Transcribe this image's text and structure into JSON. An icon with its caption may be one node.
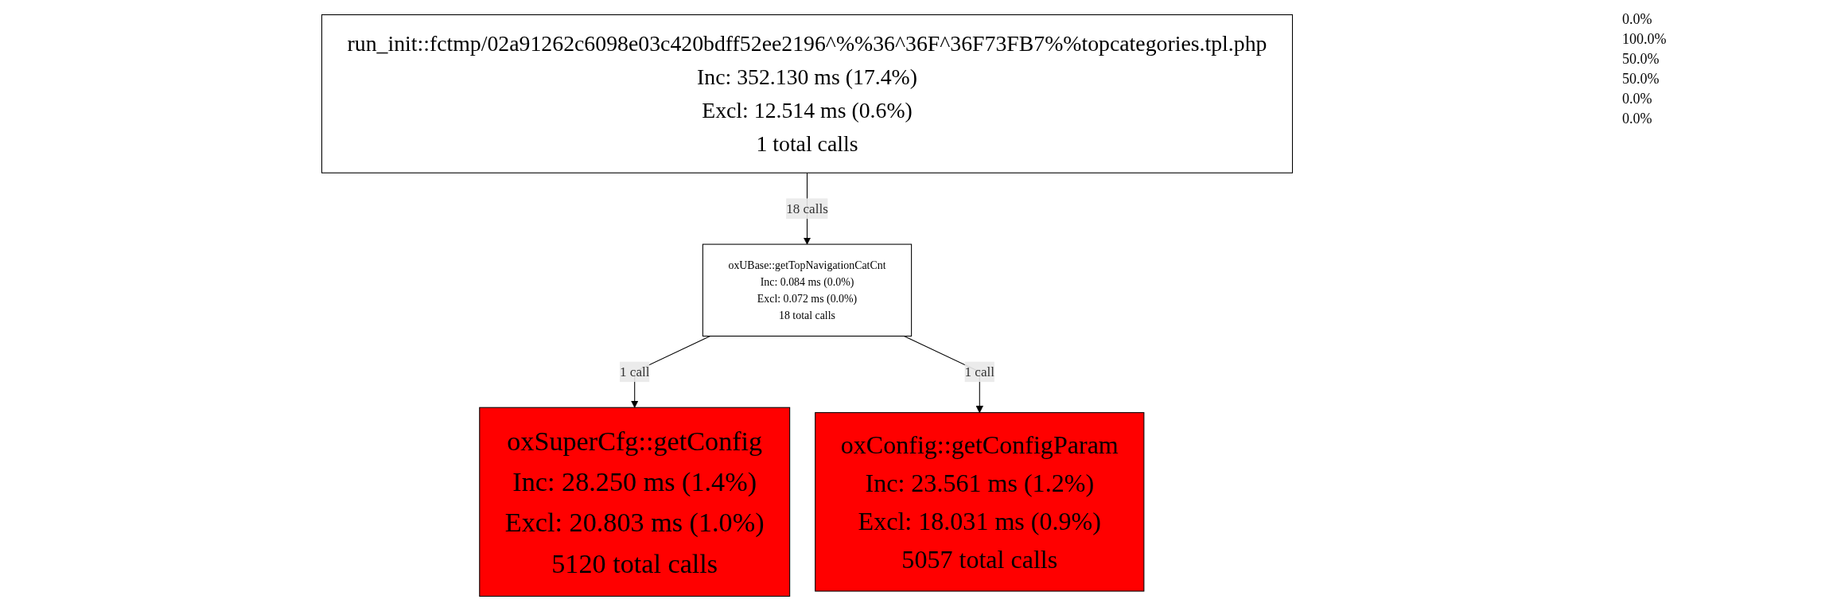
{
  "diagram": {
    "nodes": [
      {
        "text": [
          "run_init::fctmp/02a91262c6098e03c420bdff52ee2196^%%36^36F^36F73FB7%%topcategories.tpl.php",
          "Inc: 352.130 ms (17.4%)",
          "Excl: 12.514 ms (0.6%)",
          "1 total calls"
        ]
      },
      {
        "text": [
          "oxUBase::getTopNavigationCatCnt",
          "Inc: 0.084 ms (0.0%)",
          "Excl: 0.072 ms (0.0%)",
          "18 total calls"
        ]
      },
      {
        "text": [
          "oxSuperCfg::getConfig",
          "Inc: 28.250 ms (1.4%)",
          "Excl: 20.803 ms (1.0%)",
          "5120 total calls"
        ]
      },
      {
        "text": [
          "oxConfig::getConfigParam",
          "Inc: 23.561 ms (1.2%)",
          "Excl: 18.031 ms (0.9%)",
          "5057 total calls"
        ]
      }
    ],
    "edges": [
      {
        "from": 0,
        "to": 1,
        "arrow": "to",
        "label": "18 calls"
      },
      {
        "from": 1,
        "to": 2,
        "arrow": "to",
        "label": "1 call"
      },
      {
        "from": 1,
        "to": 3,
        "arrow": "to",
        "label": "1 call"
      }
    ],
    "labels": [
      "0.0%",
      "100.0%",
      "50.0%",
      "50.0%",
      "0.0%",
      "0.0%"
    ]
  }
}
